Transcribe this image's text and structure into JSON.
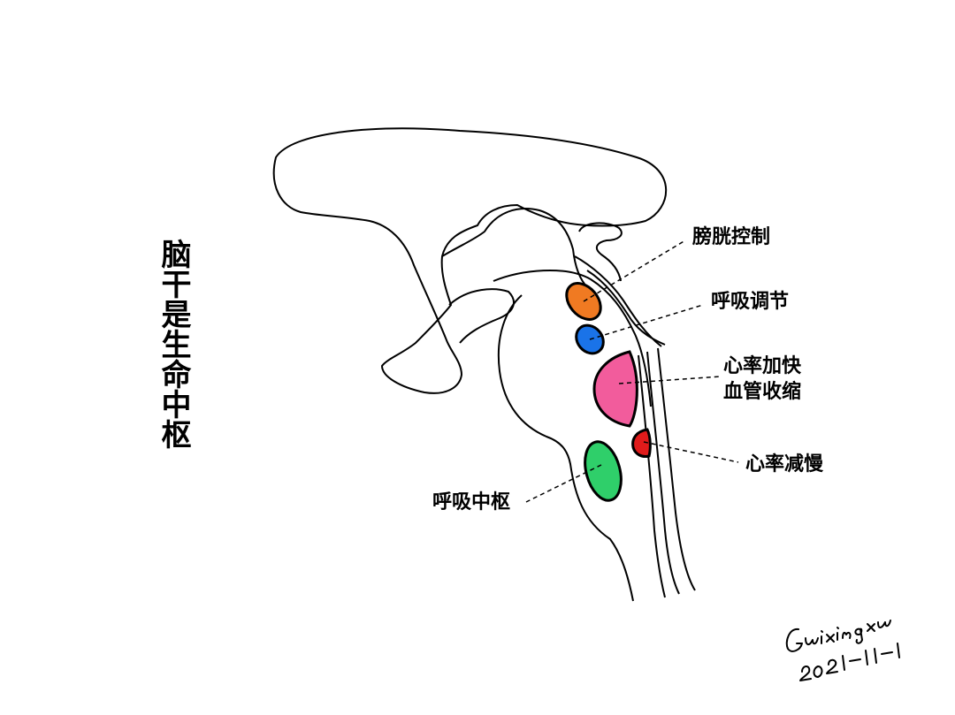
{
  "title": "脑干是生命中枢",
  "labels": {
    "bladder_control": "膀胱控制",
    "respiration_regulation": "呼吸调节",
    "heart_rate_increase": "心率加快",
    "vasoconstriction": "血管收缩",
    "heart_rate_decrease": "心率减慢",
    "respiratory_center": "呼吸中枢"
  },
  "signature": {
    "name": "Guixingxu",
    "date": "2021-11-1"
  },
  "colors": {
    "bladder_control": "#f07a22",
    "respiration_regulation": "#1a73e8",
    "heart_rate_increase": "#f25c9c",
    "heart_rate_decrease": "#e01b1b",
    "respiratory_center": "#2fcf6a",
    "outline": "#000000"
  }
}
